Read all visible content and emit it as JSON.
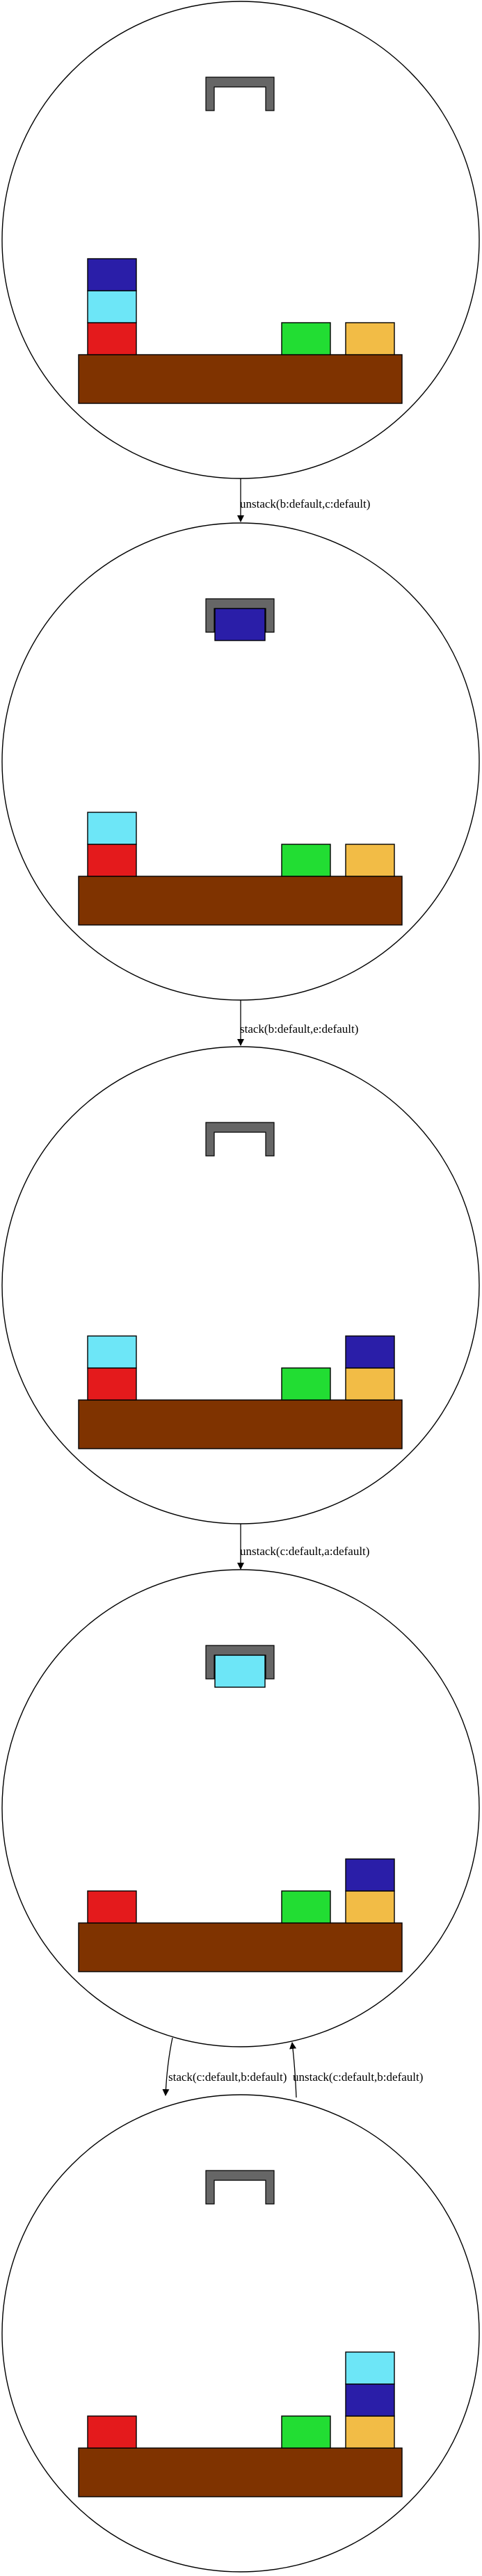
{
  "states": [
    {
      "gripper_block": null,
      "stacks": {
        "left": [
          "#e41a1c",
          "#6de6f7",
          "#2a1ea8"
        ],
        "center": [
          "#22dd33"
        ],
        "right": [
          "#f2bc46"
        ]
      }
    },
    {
      "gripper_block": "#2a1ea8",
      "stacks": {
        "left": [
          "#e41a1c",
          "#6de6f7"
        ],
        "center": [
          "#22dd33"
        ],
        "right": [
          "#f2bc46"
        ]
      }
    },
    {
      "gripper_block": null,
      "stacks": {
        "left": [
          "#e41a1c",
          "#6de6f7"
        ],
        "center": [
          "#22dd33"
        ],
        "right": [
          "#f2bc46",
          "#2a1ea8"
        ]
      }
    },
    {
      "gripper_block": "#6de6f7",
      "stacks": {
        "left": [
          "#e41a1c"
        ],
        "center": [
          "#22dd33"
        ],
        "right": [
          "#f2bc46",
          "#2a1ea8"
        ]
      }
    },
    {
      "gripper_block": null,
      "stacks": {
        "left": [
          "#e41a1c"
        ],
        "center": [
          "#22dd33"
        ],
        "right": [
          "#f2bc46",
          "#2a1ea8",
          "#6de6f7"
        ]
      }
    }
  ],
  "edges": [
    {
      "label": "unstack(b:default,c:default)"
    },
    {
      "label": "stack(b:default,e:default)"
    },
    {
      "label": "unstack(c:default,a:default)"
    },
    {
      "label": "stack(c:default,b:default)"
    },
    {
      "label": "unstack(c:default,b:default)"
    }
  ],
  "colors": {
    "table": "#7f3300",
    "gripper": "#666666",
    "outline": "#000000"
  }
}
